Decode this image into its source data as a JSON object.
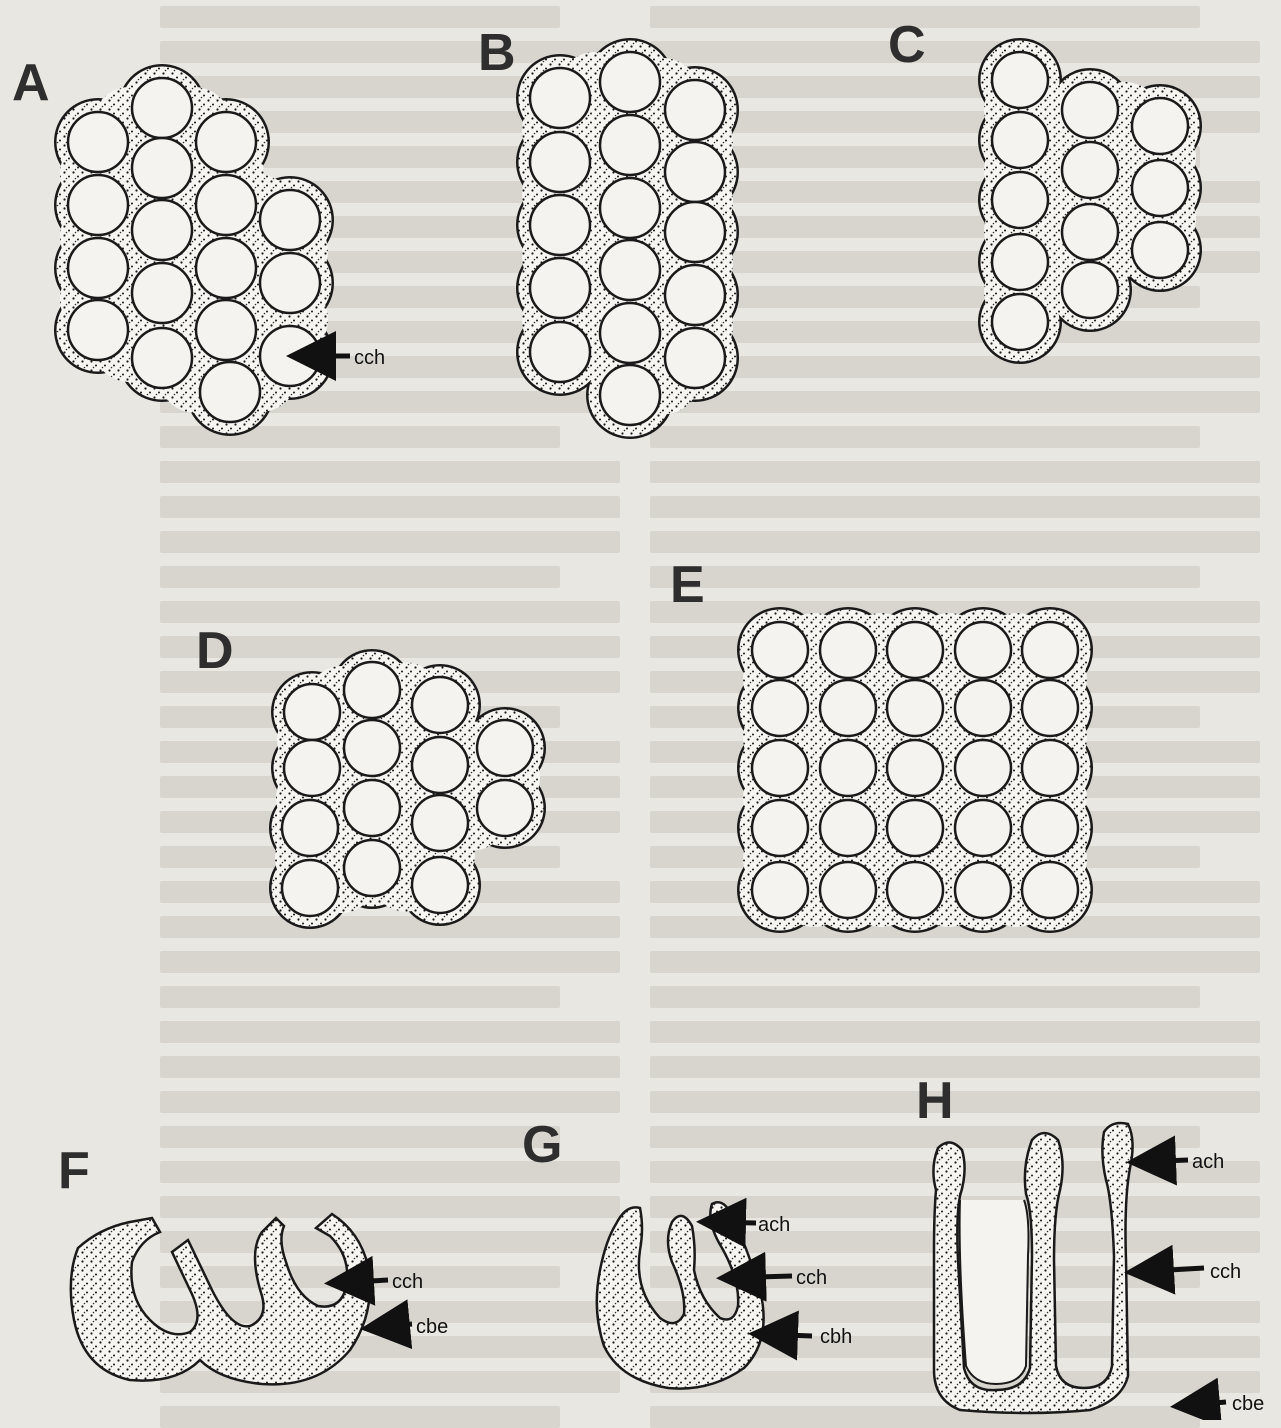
{
  "panels": [
    {
      "id": "A",
      "label": "A"
    },
    {
      "id": "B",
      "label": "B"
    },
    {
      "id": "C",
      "label": "C"
    },
    {
      "id": "D",
      "label": "D"
    },
    {
      "id": "E",
      "label": "E"
    },
    {
      "id": "F",
      "label": "F"
    },
    {
      "id": "G",
      "label": "G"
    },
    {
      "id": "H",
      "label": "H"
    }
  ],
  "annotations": {
    "A": [
      "cch"
    ],
    "F": [
      "cch",
      "cbe"
    ],
    "G": [
      "ach",
      "cch",
      "cbh"
    ],
    "H": [
      "ach",
      "cch",
      "cbe"
    ]
  },
  "colors": {
    "stipple": "#1a1a1a",
    "outline": "#1a1a1a",
    "hole": "#f4f3ef",
    "background": "#e9e7e1"
  }
}
